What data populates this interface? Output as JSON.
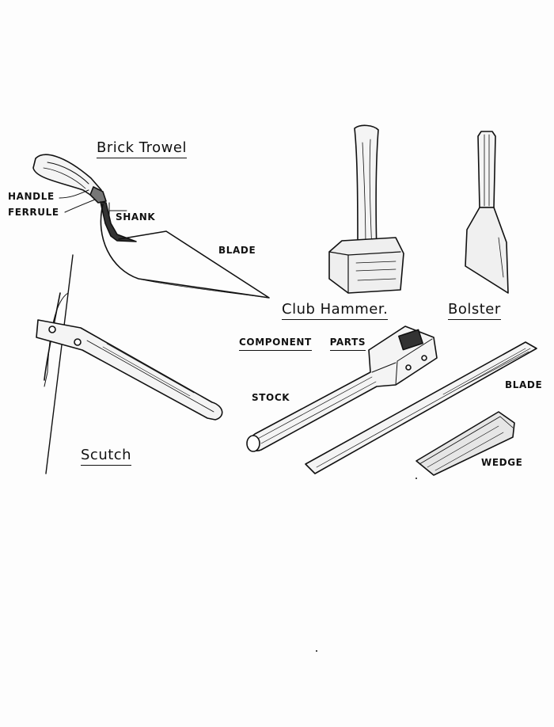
{
  "titles": {
    "brick_trowel": "Brick Trowel",
    "club_hammer": "Club Hammer.",
    "bolster": "Bolster",
    "scutch": "Scutch"
  },
  "trowel_parts": {
    "handle": "HANDLE",
    "ferrule": "FERRULE",
    "shank": "SHANK",
    "blade": "BLADE"
  },
  "scutch_parts": {
    "heading_line1": "COMPONENT",
    "heading_line2": "PARTS",
    "stock": "STOCK",
    "blade": "BLADE",
    "wedge": "WEDGE"
  },
  "colors": {
    "ink": "#111111",
    "paper": "#fdfdfd"
  }
}
